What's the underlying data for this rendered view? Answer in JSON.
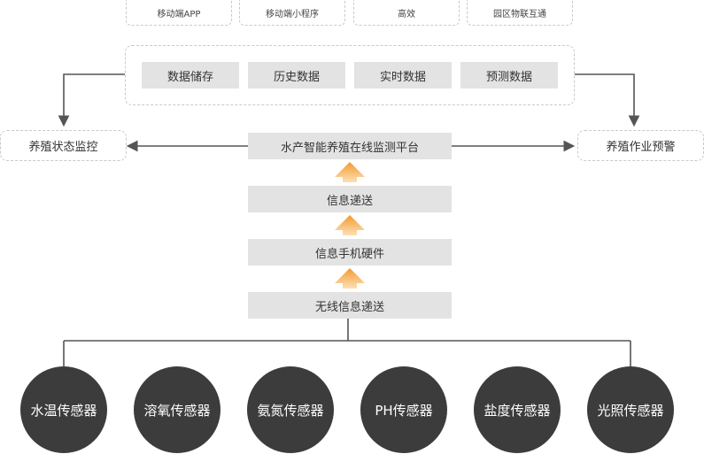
{
  "top_chips": [
    "移动端APP",
    "移动端小程序",
    "高效",
    "园区物联互通"
  ],
  "data_group": [
    "数据储存",
    "历史数据",
    "实时数据",
    "预测数据"
  ],
  "left_box": "养殖状态监控",
  "right_box": "养殖作业预警",
  "platform": "水产智能养殖在线监测平台",
  "layers": [
    "信息递送",
    "信息手机硬件",
    "无线信息递送"
  ],
  "sensors": [
    "水温传感器",
    "溶氧传感器",
    "氨氮传感器",
    "PH传感器",
    "盐度传感器",
    "光照传感器"
  ],
  "colors": {
    "box_gray": "#e3e3e3",
    "sensor_dark": "#3c3c3c",
    "arrow_orange": "#f5a23a",
    "line": "#555555"
  }
}
